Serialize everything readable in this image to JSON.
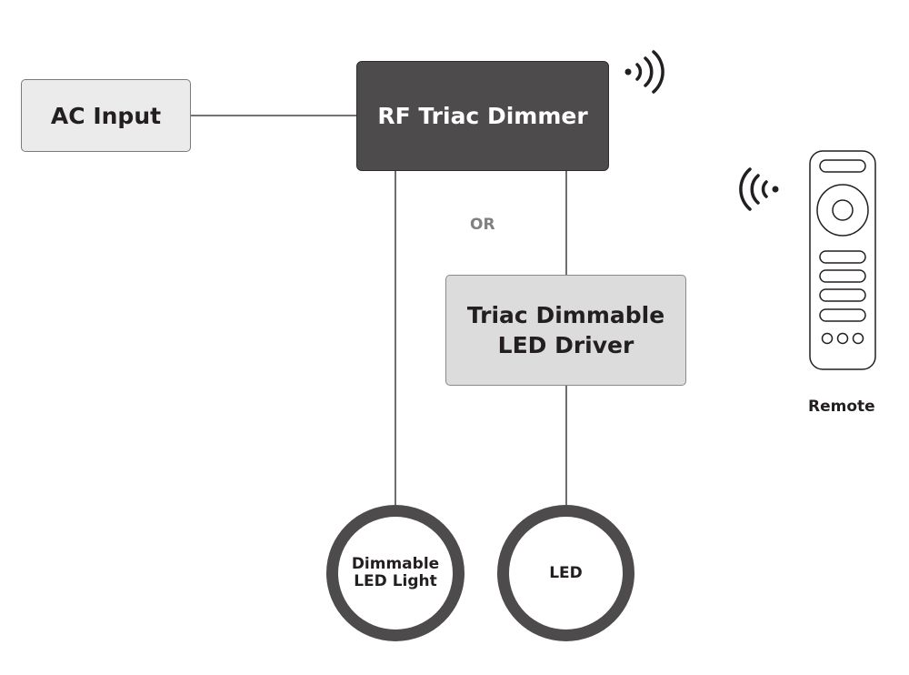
{
  "diagram": {
    "ac_input": "AC Input",
    "rf_dimmer": "RF Triac Dimmer",
    "or_label": "OR",
    "driver_line1": "Triac Dimmable",
    "driver_line2": "LED Driver",
    "dimmable_line1": "Dimmable",
    "dimmable_line2": "LED Light",
    "led": "LED",
    "remote": "Remote"
  },
  "colors": {
    "dark_box": "#4d4b4c",
    "light_box": "#ebebeb",
    "driver_box": "#dcdcdc",
    "or_text": "#808080"
  },
  "icons": [
    "wireless-signal-icon",
    "remote-control-icon"
  ]
}
